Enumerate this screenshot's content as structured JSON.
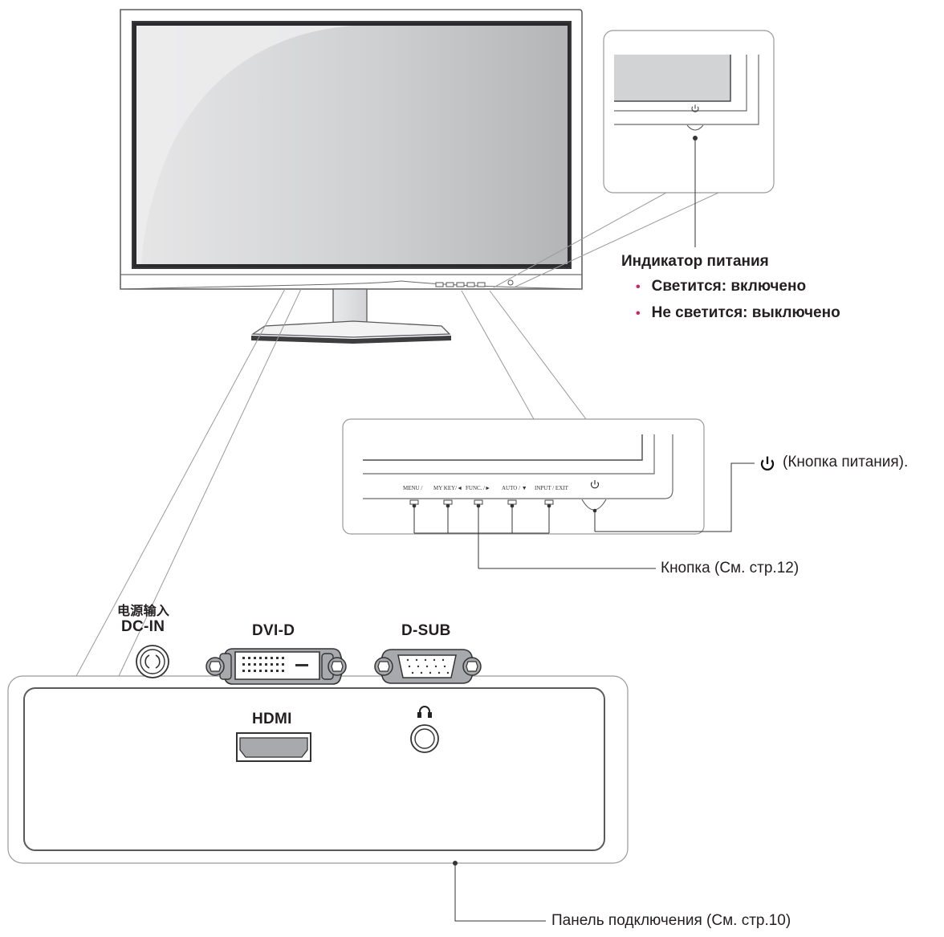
{
  "power_indicator": {
    "title": "Индикатор питания",
    "items": [
      "Светится: включено",
      "Не светится: выключено"
    ],
    "bullet_color": "#c8285a"
  },
  "callouts": {
    "power_button": "(Кнопка питания).",
    "buttons": "Кнопка (См. стр.12)",
    "connection_panel": "Панель подключения (См. стр.10)"
  },
  "front_buttons": [
    "MENU / ",
    "MY KEY/◄",
    "FUNC. /►",
    "AUTO / ▼",
    "INPUT / EXIT"
  ],
  "ports": {
    "power_in_cn": "电源输入",
    "power_in": "DC-IN",
    "hdmi": "HDMI",
    "dvi": "DVI-D",
    "dsub": "D-SUB"
  },
  "icons": [
    "power-icon",
    "headphone-icon",
    "enter-icon"
  ]
}
